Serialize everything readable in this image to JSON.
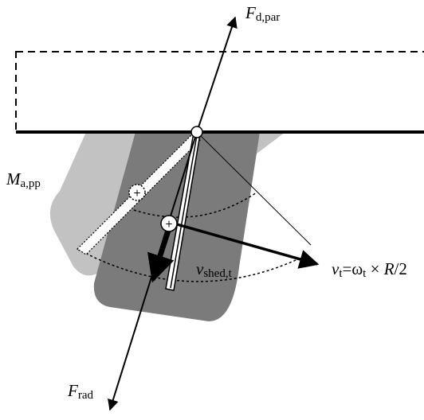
{
  "labels": {
    "f_d_par": {
      "main": "F",
      "sub": "d,par"
    },
    "m_a_pp": {
      "main": "M",
      "sub": "a,pp"
    },
    "v_shed_t": {
      "main": "v",
      "sub": "shed,t"
    },
    "v_t": {
      "main": "v",
      "sub": "t",
      "rest": "=ω",
      "rest_sub": "t",
      "tail": " × ",
      "tail_italic": "R",
      "tail_end": "/2"
    },
    "f_rad": {
      "main": "F",
      "sub": "rad"
    }
  },
  "symbols": {
    "centroid_upper": "+",
    "centroid_lower": "+"
  },
  "colors": {
    "light_blade": "#c2c2c2",
    "dark_blade": "#7b7b7b",
    "line": "#000000",
    "background": "#ffffff"
  }
}
